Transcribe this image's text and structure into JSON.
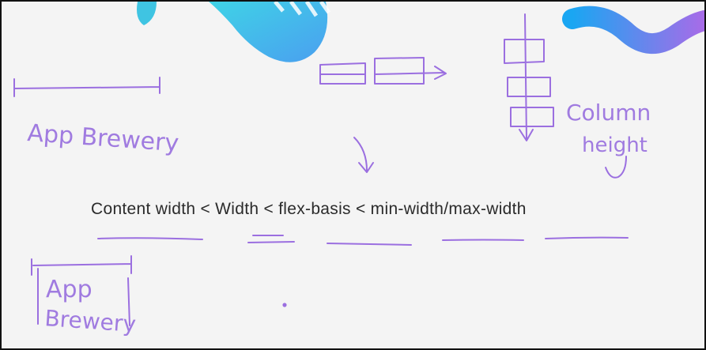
{
  "headline": "Content width < Width < flex-basis < min-width/max-width",
  "annotations": {
    "app_brewery_top": "App Brewery",
    "app_word": "App",
    "brewery_word": "Brewery",
    "column_word": "Column",
    "height_word": "height"
  },
  "colors": {
    "ink": "#9b6fe0",
    "background": "#f4f4f4",
    "blob_gradient": [
      "#3fd3e6",
      "#4a9ff0"
    ],
    "wave_gradient": [
      "#1aa6f2",
      "#a86be8"
    ]
  }
}
